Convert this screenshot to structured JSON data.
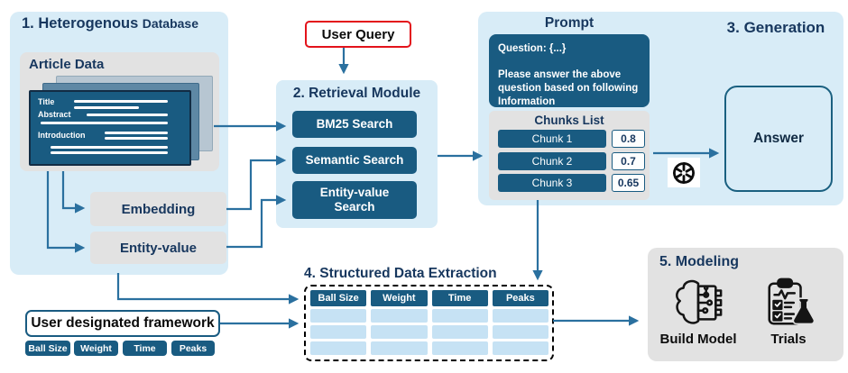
{
  "colors": {
    "section_bg": "#d8ecf7",
    "panel_gray": "#e2e2e2",
    "dark_blue": "#195b81",
    "navy_text": "#17375e",
    "arrow": "#2a709f",
    "red_border": "#e3131b",
    "table_cell_blue": "#c6e2f4"
  },
  "database": {
    "title_main": "1. Heterogenous",
    "title_sub": "Database",
    "article": {
      "title": "Article Data",
      "field_title": "Title",
      "field_abstract": "Abstract",
      "field_introduction": "Introduction"
    },
    "embedding": "Embedding",
    "entity_value": "Entity-value"
  },
  "user_query": "User Query",
  "retrieval": {
    "title": "2. Retrieval Module",
    "bm25": "BM25 Search",
    "semantic": "Semantic Search",
    "entity_value": "Entity-value Search"
  },
  "prompt": {
    "title": "Prompt",
    "question": "Question: {...}",
    "instruction": "Please answer the above question based on following Information",
    "chunks_title": "Chunks List",
    "chunks": [
      {
        "label": "Chunk 1",
        "score": "0.8"
      },
      {
        "label": "Chunk 2",
        "score": "0.7"
      },
      {
        "label": "Chunk 3",
        "score": "0.65"
      }
    ]
  },
  "generation": {
    "title": "3. Generation",
    "answer": "Answer",
    "llm_icon": "openai-logo"
  },
  "extraction": {
    "title": "4. Structured Data Extraction",
    "headers": [
      "Ball Size",
      "Weight",
      "Time",
      "Peaks"
    ]
  },
  "framework": {
    "label": "User designated framework",
    "chips": [
      "Ball Size",
      "Weight",
      "Time",
      "Peaks"
    ]
  },
  "modeling": {
    "title": "5. Modeling",
    "build_model": "Build Model",
    "trials": "Trials"
  }
}
